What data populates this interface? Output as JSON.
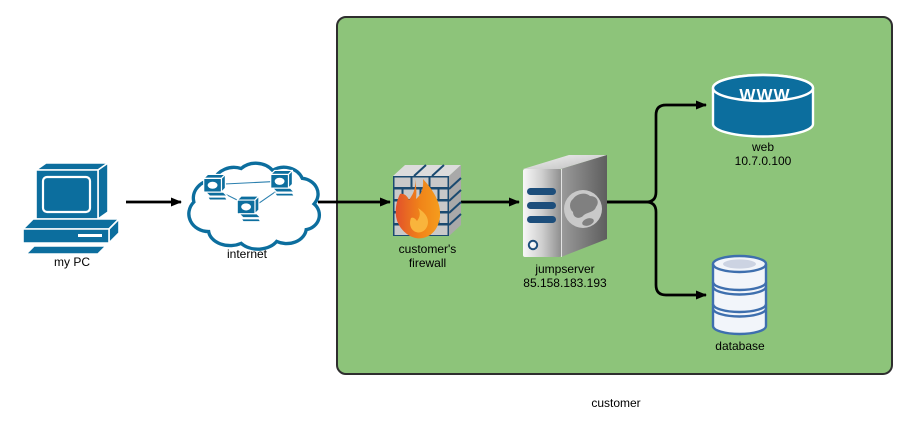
{
  "diagram": {
    "zone": {
      "label": "customer"
    },
    "nodes": {
      "pc": {
        "label": "my PC"
      },
      "internet": {
        "label": "internet"
      },
      "firewall": {
        "label_line1": "customer's",
        "label_line2": "firewall"
      },
      "jumpserver": {
        "label": "jumpserver",
        "ip": "85.158.183.193"
      },
      "web": {
        "badge": "WWW",
        "label": "web",
        "ip": "10.7.0.100"
      },
      "database": {
        "label": "database"
      }
    },
    "icons": {
      "pc": "desktop-computer-icon",
      "internet": "cloud-icon",
      "firewall": "brick-wall-flame-icon",
      "jumpserver": "tower-server-globe-icon",
      "web": "www-cylinder-icon",
      "database": "database-cylinder-icon"
    },
    "colors": {
      "zone_fill": "#8dc47a",
      "zone_border": "#2e2e2e",
      "device_blue": "#0c6e9e",
      "stripe_navy": "#1d4e7b",
      "database_stroke": "#3e6fae",
      "flame_red": "#e2512b",
      "flame_orange": "#f59c1d",
      "connector": "#000000"
    }
  }
}
